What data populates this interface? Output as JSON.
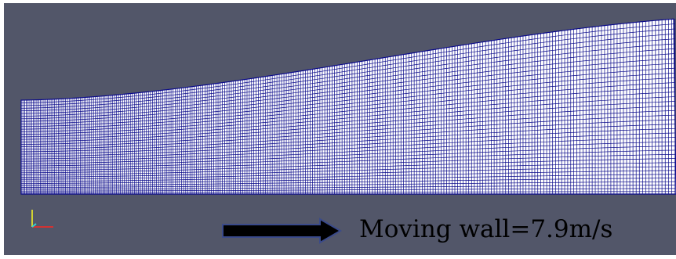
{
  "viewport": {
    "background_color": "#525669",
    "frame_color": "#ffffff"
  },
  "mesh": {
    "line_color": "#0a0a8a",
    "fill_color": "#ffffff",
    "lower_boundary": "flat",
    "upper_boundary": "smooth rising profile from left to right"
  },
  "orientation_axes": {
    "x_color": "#d23232",
    "y_color": "#d2d232",
    "z_color": "#32d2d2",
    "icon": "axes-triad-icon"
  },
  "annotation": {
    "arrow_icon": "right-arrow-icon",
    "arrow_fill": "#000000",
    "arrow_outline": "#3a4a8a",
    "label": "Moving wall=7.9m/s"
  }
}
